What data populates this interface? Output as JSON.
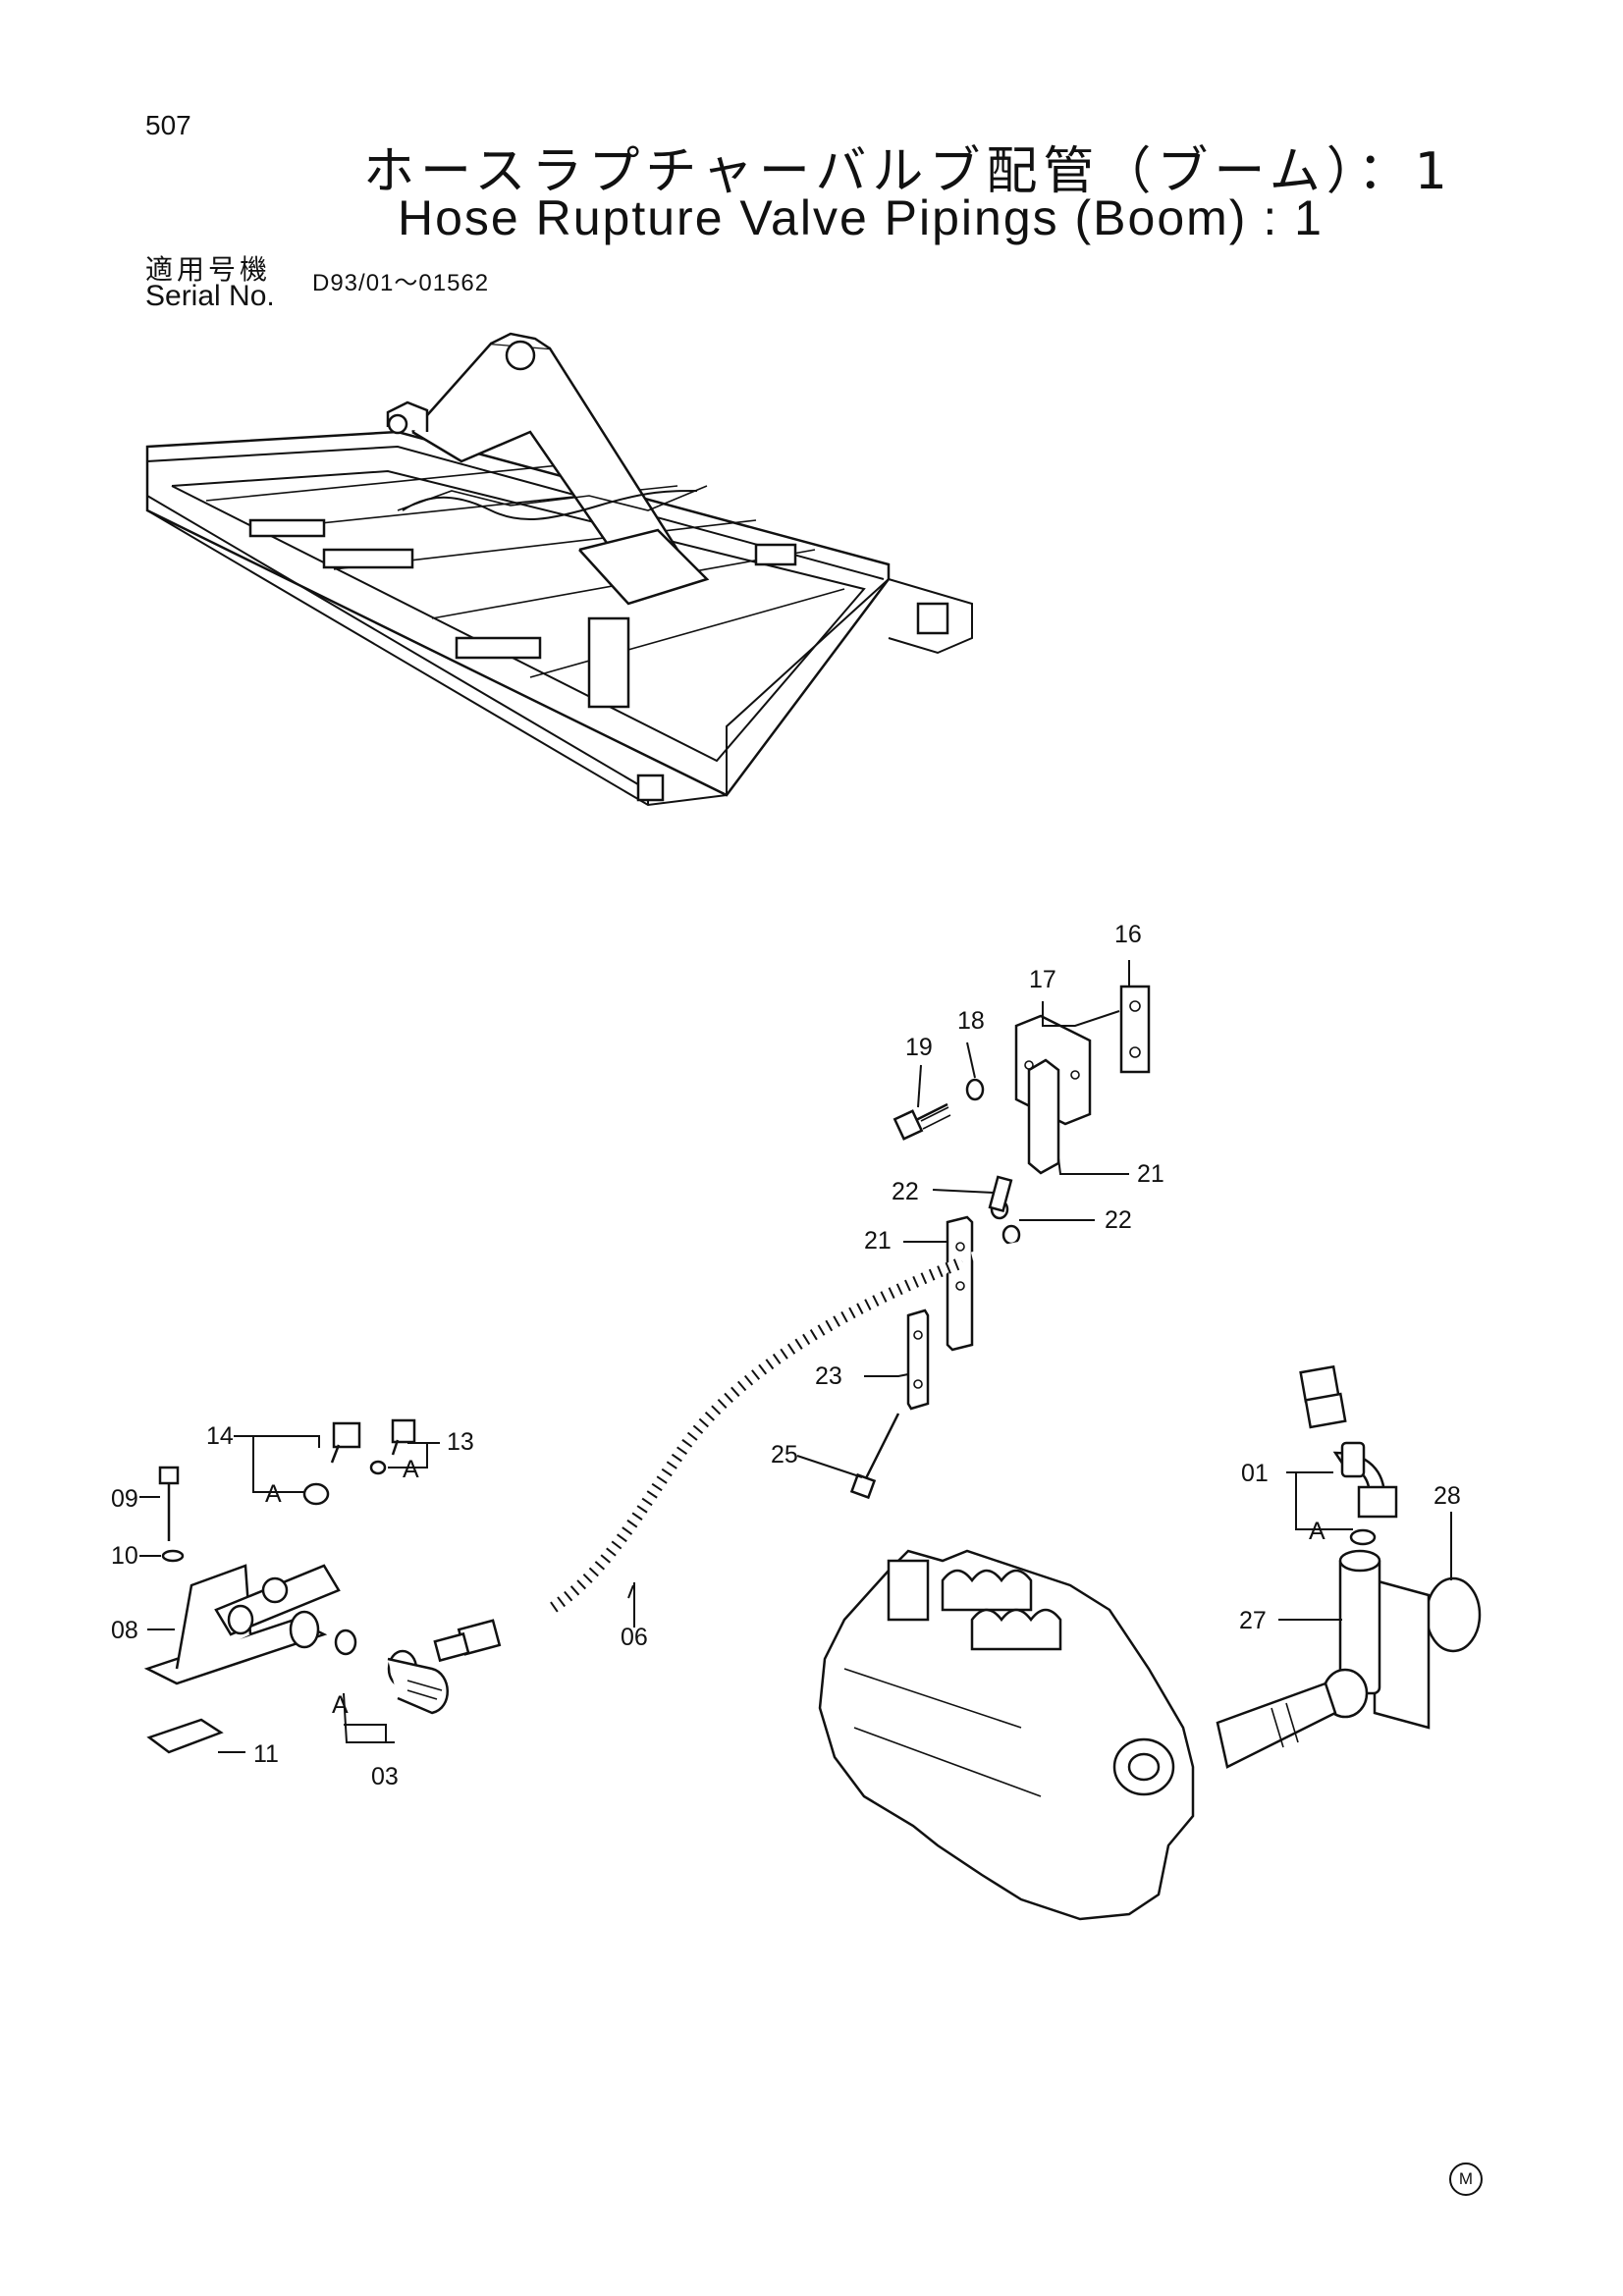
{
  "page_number": "507",
  "title_jp": "ホースラプチャーバルブ配管（ブーム）：1",
  "title_en": "Hose Rupture Valve Pipings (Boom) : 1",
  "serial_label_jp": "適用号機",
  "serial_label_en": "Serial No.",
  "serial_range": "D93/01～01562",
  "ref_letter": "A",
  "mark": "M",
  "parts": [
    {
      "id": "16",
      "label": "16"
    },
    {
      "id": "17",
      "label": "17"
    },
    {
      "id": "18",
      "label": "18"
    },
    {
      "id": "19",
      "label": "19"
    },
    {
      "id": "21a",
      "label": "21"
    },
    {
      "id": "22a",
      "label": "22"
    },
    {
      "id": "22b",
      "label": "22"
    },
    {
      "id": "21b",
      "label": "21"
    },
    {
      "id": "23",
      "label": "23"
    },
    {
      "id": "25",
      "label": "25"
    },
    {
      "id": "14",
      "label": "14"
    },
    {
      "id": "13",
      "label": "13"
    },
    {
      "id": "09",
      "label": "09"
    },
    {
      "id": "10",
      "label": "10"
    },
    {
      "id": "08",
      "label": "08"
    },
    {
      "id": "11",
      "label": "11"
    },
    {
      "id": "03",
      "label": "03"
    },
    {
      "id": "06",
      "label": "06"
    },
    {
      "id": "01",
      "label": "01"
    },
    {
      "id": "28",
      "label": "28"
    },
    {
      "id": "27",
      "label": "27"
    }
  ]
}
